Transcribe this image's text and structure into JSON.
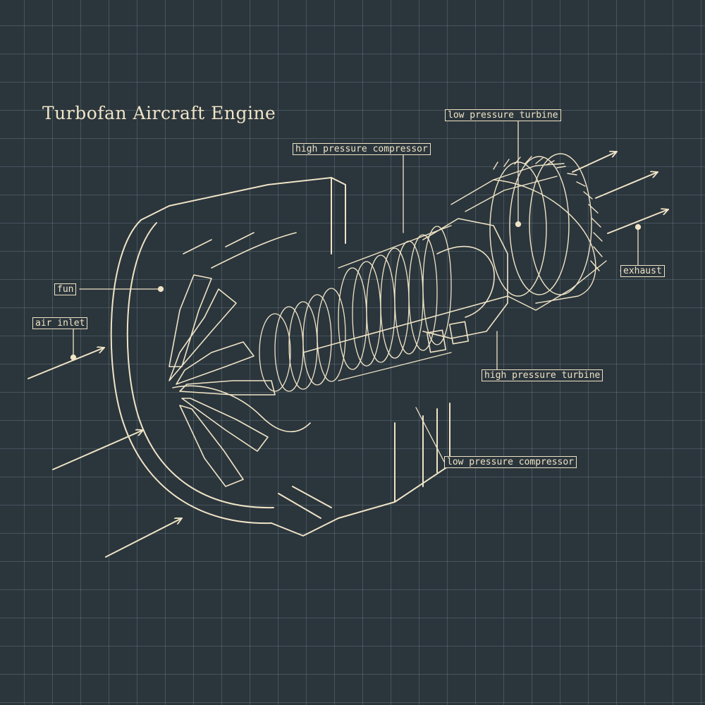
{
  "title": "Turbofan Aircraft Engine",
  "labels": {
    "low_pressure_turbine": "low pressure turbine",
    "high_pressure_compressor": "high pressure compressor",
    "fun": "fun",
    "air_inlet": "air inlet",
    "exhaust": "exhaust",
    "high_pressure_turbine": "high pressure turbine",
    "low_pressure_compressor": "low pressure compressor"
  },
  "colors": {
    "background": "#2b353c",
    "grid": "#8ca5af",
    "ink": "#efe4c6"
  }
}
